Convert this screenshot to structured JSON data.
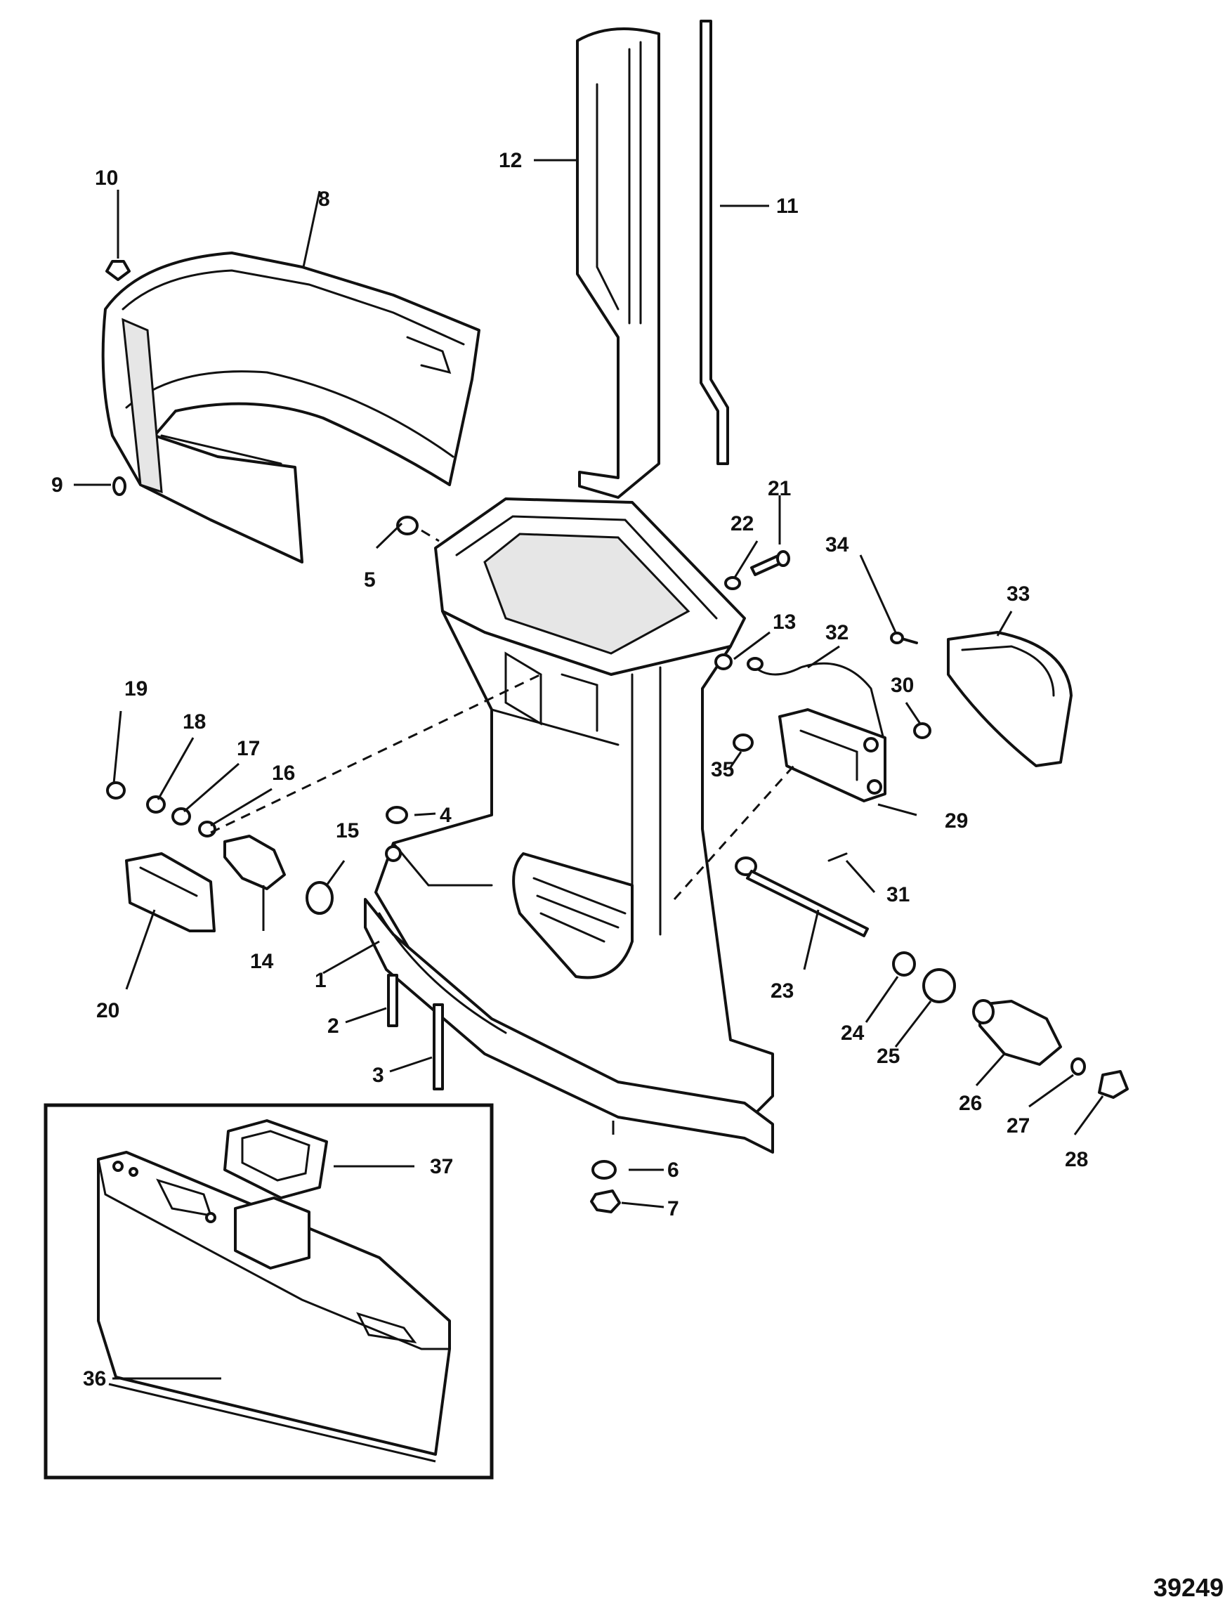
{
  "diagram_id": "39249",
  "callouts": [
    {
      "key": "c1",
      "text": "1"
    },
    {
      "key": "c2",
      "text": "2"
    },
    {
      "key": "c3",
      "text": "3"
    },
    {
      "key": "c4",
      "text": "4"
    },
    {
      "key": "c5",
      "text": "5"
    },
    {
      "key": "c6",
      "text": "6"
    },
    {
      "key": "c7",
      "text": "7"
    },
    {
      "key": "c8",
      "text": "8"
    },
    {
      "key": "c9",
      "text": "9"
    },
    {
      "key": "c10",
      "text": "10"
    },
    {
      "key": "c11",
      "text": "11"
    },
    {
      "key": "c12",
      "text": "12"
    },
    {
      "key": "c13",
      "text": "13"
    },
    {
      "key": "c14",
      "text": "14"
    },
    {
      "key": "c15",
      "text": "15"
    },
    {
      "key": "c16",
      "text": "16"
    },
    {
      "key": "c17",
      "text": "17"
    },
    {
      "key": "c18",
      "text": "18"
    },
    {
      "key": "c19",
      "text": "19"
    },
    {
      "key": "c20",
      "text": "20"
    },
    {
      "key": "c21",
      "text": "21"
    },
    {
      "key": "c22",
      "text": "22"
    },
    {
      "key": "c23",
      "text": "23"
    },
    {
      "key": "c24",
      "text": "24"
    },
    {
      "key": "c25",
      "text": "25"
    },
    {
      "key": "c26",
      "text": "26"
    },
    {
      "key": "c27",
      "text": "27"
    },
    {
      "key": "c28",
      "text": "28"
    },
    {
      "key": "c29",
      "text": "29"
    },
    {
      "key": "c30",
      "text": "30"
    },
    {
      "key": "c31",
      "text": "31"
    },
    {
      "key": "c32",
      "text": "32"
    },
    {
      "key": "c33",
      "text": "33"
    },
    {
      "key": "c34",
      "text": "34"
    },
    {
      "key": "c35",
      "text": "35"
    },
    {
      "key": "c36",
      "text": "36"
    },
    {
      "key": "c37",
      "text": "37"
    }
  ]
}
